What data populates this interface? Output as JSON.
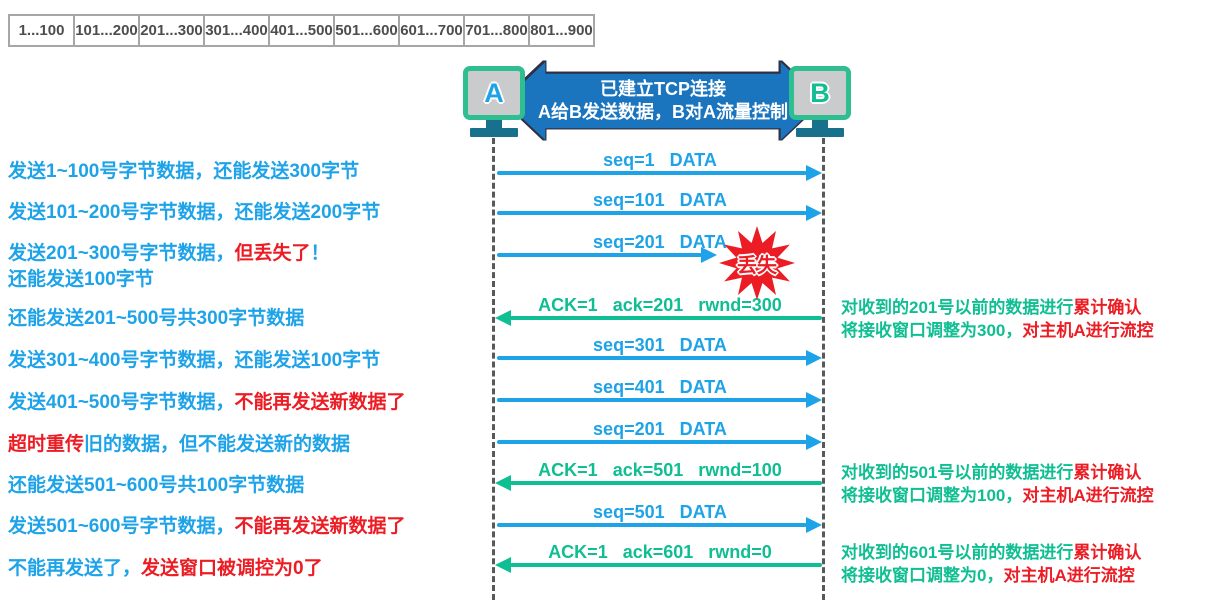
{
  "colors": {
    "blue": "#1EA3E8",
    "green": "#0FBE92",
    "red": "#EC1C24",
    "banner": "#1A74BE",
    "banner_outline": "#2F3042",
    "gray_text": "#4D4D4D",
    "table_border": "#A6A6A6",
    "line_gray": "#58595B",
    "monitor_green": "#2EBE8F",
    "screen_gray": "#C9CBCC",
    "stand_teal": "#17708C"
  },
  "byte_table": {
    "cells": [
      "1...100",
      "101...200",
      "201...300",
      "301...400",
      "401...500",
      "501...600",
      "601...700",
      "701...800",
      "801...900"
    ]
  },
  "hosts": {
    "a_label": "A",
    "b_label": "B"
  },
  "banner": {
    "line1": "已建立TCP连接",
    "line2": "A给B发送数据，B对A流量控制"
  },
  "lost_burst": "丢失",
  "messages": [
    {
      "label": "seq=1   DATA",
      "kind": "data",
      "direction": "a-to-b",
      "lost": false
    },
    {
      "label": "seq=101   DATA",
      "kind": "data",
      "direction": "a-to-b",
      "lost": false
    },
    {
      "label": "seq=201   DATA",
      "kind": "data",
      "direction": "a-to-b",
      "lost": true
    },
    {
      "label": "ACK=1   ack=201   rwnd=300",
      "kind": "ack",
      "direction": "b-to-a",
      "lost": false
    },
    {
      "label": "seq=301   DATA",
      "kind": "data",
      "direction": "a-to-b",
      "lost": false
    },
    {
      "label": "seq=401   DATA",
      "kind": "data",
      "direction": "a-to-b",
      "lost": false
    },
    {
      "label": "seq=201   DATA",
      "kind": "data",
      "direction": "a-to-b",
      "lost": false
    },
    {
      "label": "ACK=1   ack=501   rwnd=100",
      "kind": "ack",
      "direction": "b-to-a",
      "lost": false
    },
    {
      "label": "seq=501   DATA",
      "kind": "data",
      "direction": "a-to-b",
      "lost": false
    },
    {
      "label": "ACK=1   ack=601   rwnd=0",
      "kind": "ack",
      "direction": "b-to-a",
      "lost": false
    }
  ],
  "left_notes": [
    {
      "parts": [
        {
          "t": "发送1~100号字节数据，还能发送300字节",
          "c": "blue"
        }
      ]
    },
    {
      "parts": [
        {
          "t": "发送101~200号字节数据，还能发送200字节",
          "c": "blue"
        }
      ]
    },
    {
      "parts": [
        {
          "t": "发送201~300号字节数据，",
          "c": "blue"
        },
        {
          "t": "但丢失了",
          "c": "red"
        },
        {
          "t": "！",
          "c": "blue"
        }
      ]
    },
    {
      "parts": [
        {
          "t": "还能发送100字节",
          "c": "blue"
        }
      ]
    },
    {
      "parts": [
        {
          "t": "还能发送201~500号共300字节数据",
          "c": "blue"
        }
      ]
    },
    {
      "parts": [
        {
          "t": "发送301~400号字节数据，还能发送100字节",
          "c": "blue"
        }
      ]
    },
    {
      "parts": [
        {
          "t": "发送401~500号字节数据，",
          "c": "blue"
        },
        {
          "t": "不能再发送新数据了",
          "c": "red"
        }
      ]
    },
    {
      "parts": [
        {
          "t": "超时重传",
          "c": "red"
        },
        {
          "t": "旧的数据，但不能发送新的数据",
          "c": "blue"
        }
      ]
    },
    {
      "parts": [
        {
          "t": "还能发送501~600号共100字节数据",
          "c": "blue"
        }
      ]
    },
    {
      "parts": [
        {
          "t": "发送501~600号字节数据，",
          "c": "blue"
        },
        {
          "t": "不能再发送新数据了",
          "c": "red"
        }
      ]
    },
    {
      "parts": [
        {
          "t": "不能再发送了，",
          "c": "blue"
        },
        {
          "t": "发送窗口被调控为0了",
          "c": "red"
        }
      ]
    }
  ],
  "right_notes": [
    {
      "lines": [
        [
          {
            "t": "对收到的201号以前的数据进行",
            "c": "green"
          },
          {
            "t": "累计确认",
            "c": "red"
          }
        ],
        [
          {
            "t": "将接收窗口调整为300，",
            "c": "green"
          },
          {
            "t": "对主机A进行流控",
            "c": "red"
          }
        ]
      ]
    },
    {
      "lines": [
        [
          {
            "t": "对收到的501号以前的数据进行",
            "c": "green"
          },
          {
            "t": "累计确认",
            "c": "red"
          }
        ],
        [
          {
            "t": "将接收窗口调整为100，",
            "c": "green"
          },
          {
            "t": "对主机A进行流控",
            "c": "red"
          }
        ]
      ]
    },
    {
      "lines": [
        [
          {
            "t": "对收到的601号以前的数据进行",
            "c": "green"
          },
          {
            "t": "累计确认",
            "c": "red"
          }
        ],
        [
          {
            "t": "将接收窗口调整为0，",
            "c": "green"
          },
          {
            "t": "对主机A进行流控",
            "c": "red"
          }
        ]
      ]
    }
  ]
}
